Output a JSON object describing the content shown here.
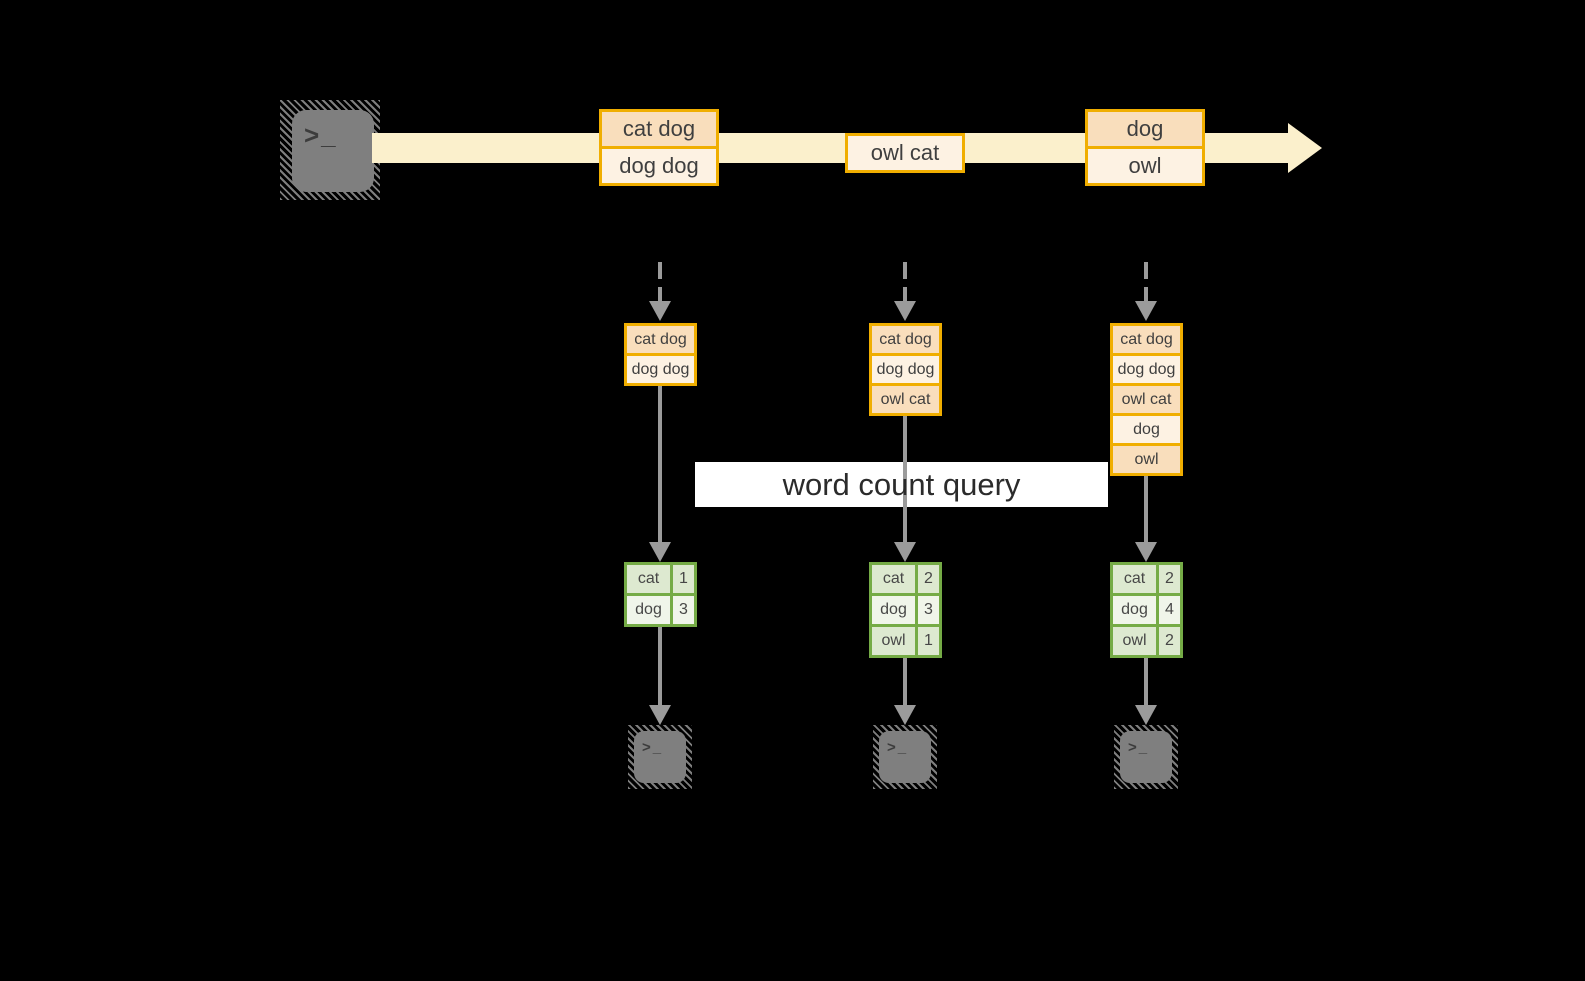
{
  "diagram": {
    "query_label": "word count query",
    "terminal_glyph": ">_"
  },
  "colors": {
    "background": "#000000",
    "gold_border": "#F0AE00",
    "peach_fill": "#F9DEBC",
    "cream_fill": "#FDF2E3",
    "stream_band": "#FBF0CC",
    "green_border": "#75AB46",
    "green_cell": "#DDE9D0",
    "green_cell_pale": "#F0F5EA",
    "arrow_gray": "#9B9B9B",
    "terminal_gray": "#7F7F7F"
  },
  "timeline": {
    "batches": [
      {
        "items": [
          "cat dog",
          "dog dog"
        ]
      },
      {
        "items": [
          "owl cat"
        ]
      },
      {
        "items": [
          "dog",
          "owl"
        ]
      }
    ]
  },
  "columns": [
    {
      "state": [
        "cat dog",
        "dog dog"
      ],
      "counts": [
        {
          "word": "cat",
          "count": 1
        },
        {
          "word": "dog",
          "count": 3
        }
      ]
    },
    {
      "state": [
        "cat dog",
        "dog dog",
        "owl cat"
      ],
      "counts": [
        {
          "word": "cat",
          "count": 2
        },
        {
          "word": "dog",
          "count": 3
        },
        {
          "word": "owl",
          "count": 1
        }
      ]
    },
    {
      "state": [
        "cat dog",
        "dog dog",
        "owl cat",
        "dog",
        "owl"
      ],
      "counts": [
        {
          "word": "cat",
          "count": 2
        },
        {
          "word": "dog",
          "count": 4
        },
        {
          "word": "owl",
          "count": 2
        }
      ]
    }
  ]
}
